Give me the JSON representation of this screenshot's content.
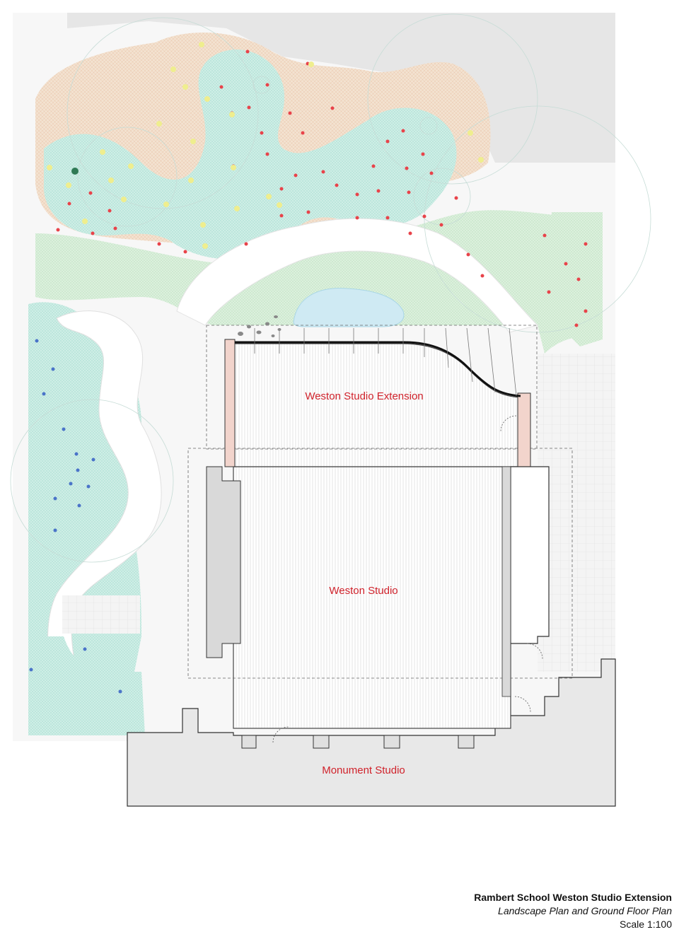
{
  "rooms": {
    "extension": "Weston Studio Extension",
    "studio": "Weston Studio",
    "monument": "Monument Studio"
  },
  "caption": {
    "title": "Rambert School Weston Studio Extension",
    "subtitle": "Landscape Plan and Ground Floor Plan",
    "scale": "Scale 1:100"
  },
  "colors": {
    "label_red": "#d0222b",
    "planting_green": "#cfe8d4",
    "planting_teal": "#bfe6df",
    "meadow_tan": "#f1dcc6",
    "paving_grey": "#e6e6e6",
    "wall_fill": "#d9d9d9",
    "pink_wall": "#f2d4cc",
    "water_blue": "#cfeaf3",
    "dot_red": "#e8434a",
    "dot_yellow": "#efee8e",
    "dot_blue": "#4a74c9",
    "dot_darkgreen": "#2f7a55"
  },
  "icons": {
    "tree_red": "red-tree-dot-icon",
    "tree_yellow": "yellow-tree-dot-icon",
    "tree_blue": "blue-tree-dot-icon",
    "tree_dark": "dark-green-tree-dot-icon",
    "rock": "rock-icon"
  }
}
